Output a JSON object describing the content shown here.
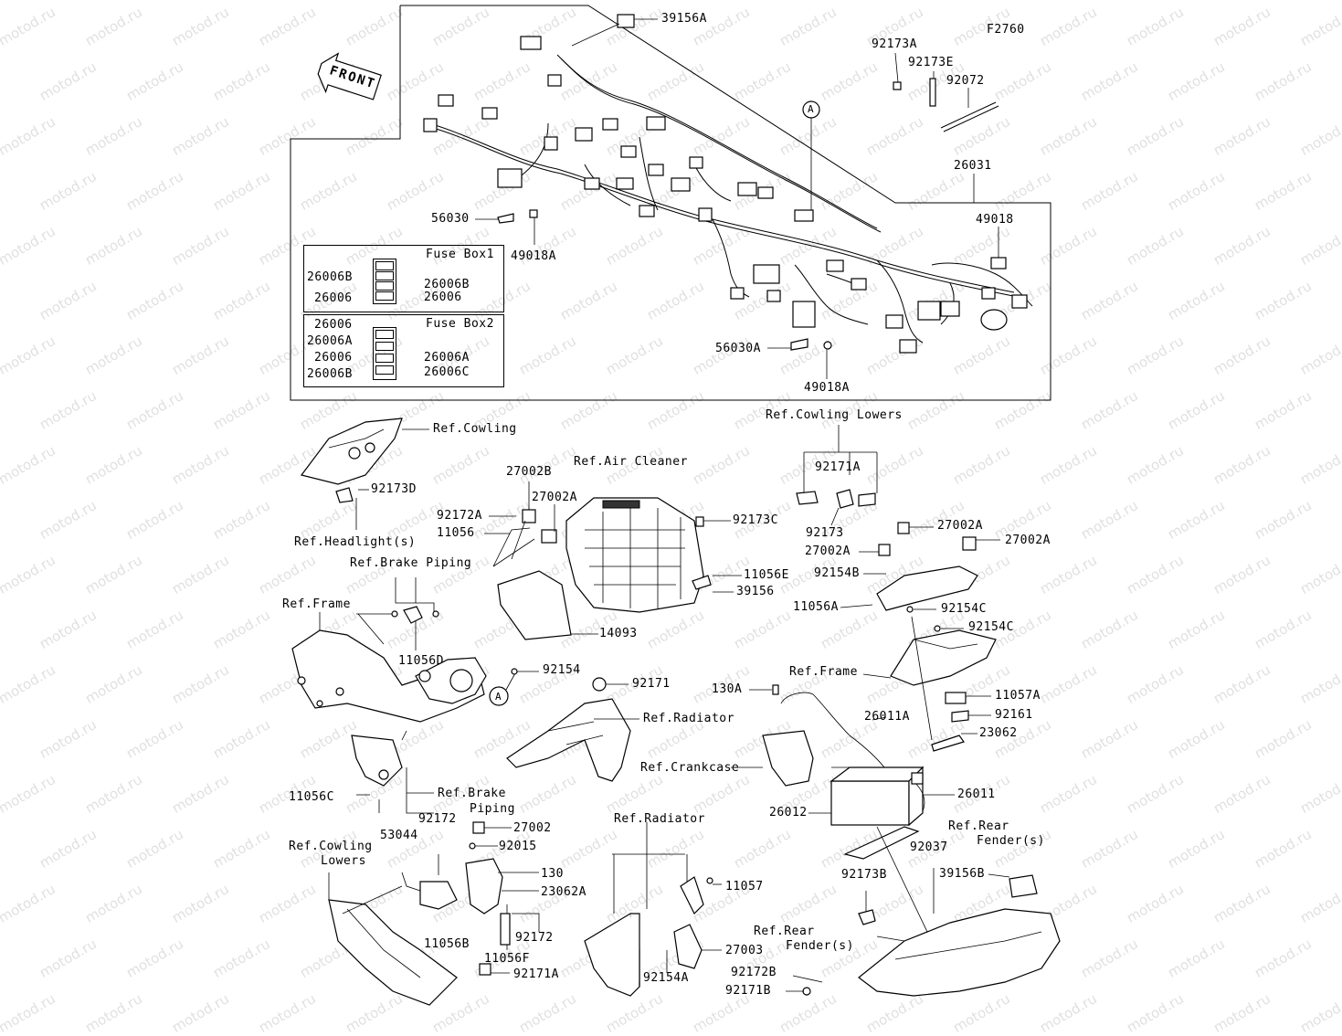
{
  "figure_code": "F2760",
  "front_arrow": "FRONT",
  "callout_ref": "A",
  "fuse_box1": {
    "title": "Fuse Box1",
    "left_labels": [
      "26006B",
      "26006"
    ],
    "right_labels": [
      "26006B",
      "26006"
    ]
  },
  "fuse_box2": {
    "title": "Fuse Box2",
    "left_labels": [
      "26006",
      "26006A",
      "26006",
      "26006B"
    ],
    "right_labels": [
      "26006A",
      "26006C"
    ]
  },
  "upper_labels": {
    "l39156A": "39156A",
    "l92173A": "92173A",
    "l92173E": "92173E",
    "l92072": "92072",
    "l26031": "26031",
    "l49018": "49018",
    "l56030": "56030",
    "l49018A_top": "49018A",
    "l56030A": "56030A",
    "l49018A_bot": "49018A"
  },
  "lower_labels": {
    "ref_cowling": "Ref.Cowling",
    "l92173D": "92173D",
    "ref_headlight": "Ref.Headlight(s)",
    "ref_brake_piping_1": "Ref.Brake Piping",
    "ref_frame_1": "Ref.Frame",
    "l11056D": "11056D",
    "ref_air_cleaner": "Ref.Air Cleaner",
    "l27002B": "27002B",
    "l27002A_1": "27002A",
    "l92172A": "92172A",
    "l11056": "11056",
    "l92173C": "92173C",
    "l11056E": "11056E",
    "l39156": "39156",
    "l14093": "14093",
    "l92154": "92154",
    "l92171": "92171",
    "ref_radiator_1": "Ref.Radiator",
    "ref_cowling_lowers_1": "Ref.Cowling Lowers",
    "l92171A_1": "92171A",
    "l92173": "92173",
    "l27002A_2": "27002A",
    "l27002A_3": "27002A",
    "l27002A_4": "27002A",
    "l92154B": "92154B",
    "l11056A": "11056A",
    "l92154C_1": "92154C",
    "l92154C_2": "92154C",
    "ref_frame_2": "Ref.Frame",
    "l11057A": "11057A",
    "l92161": "92161",
    "l23062": "23062",
    "l130A": "130A",
    "l26011A": "26011A",
    "ref_crankcase": "Ref.Crankcase",
    "l26011": "26011",
    "l26012": "26012",
    "ref_rear_fender_1a": "Ref.Rear",
    "ref_rear_fender_1b": "Fender(s)",
    "l11056C": "11056C",
    "ref_brake_piping_2a": "Ref.Brake",
    "ref_brake_piping_2b": "Piping",
    "l92172_1": "92172",
    "l53044": "53044",
    "l27002": "27002",
    "l92015": "92015",
    "l130": "130",
    "l23062A": "23062A",
    "ref_cowling_lowers_2a": "Ref.Cowling",
    "ref_cowling_lowers_2b": "Lowers",
    "l11056B": "11056B",
    "l92172_2": "92172",
    "l11056F": "11056F",
    "l92171A_2": "92171A",
    "ref_radiator_2": "Ref.Radiator",
    "l11057": "11057",
    "l27003": "27003",
    "l92154A": "92154A",
    "l92037": "92037",
    "l92173B": "92173B",
    "l39156B": "39156B",
    "ref_rear_fender_2a": "Ref.Rear",
    "ref_rear_fender_2b": "Fender(s)",
    "l92172B": "92172B",
    "l92171B": "92171B"
  },
  "watermark_text": "motod.ru"
}
